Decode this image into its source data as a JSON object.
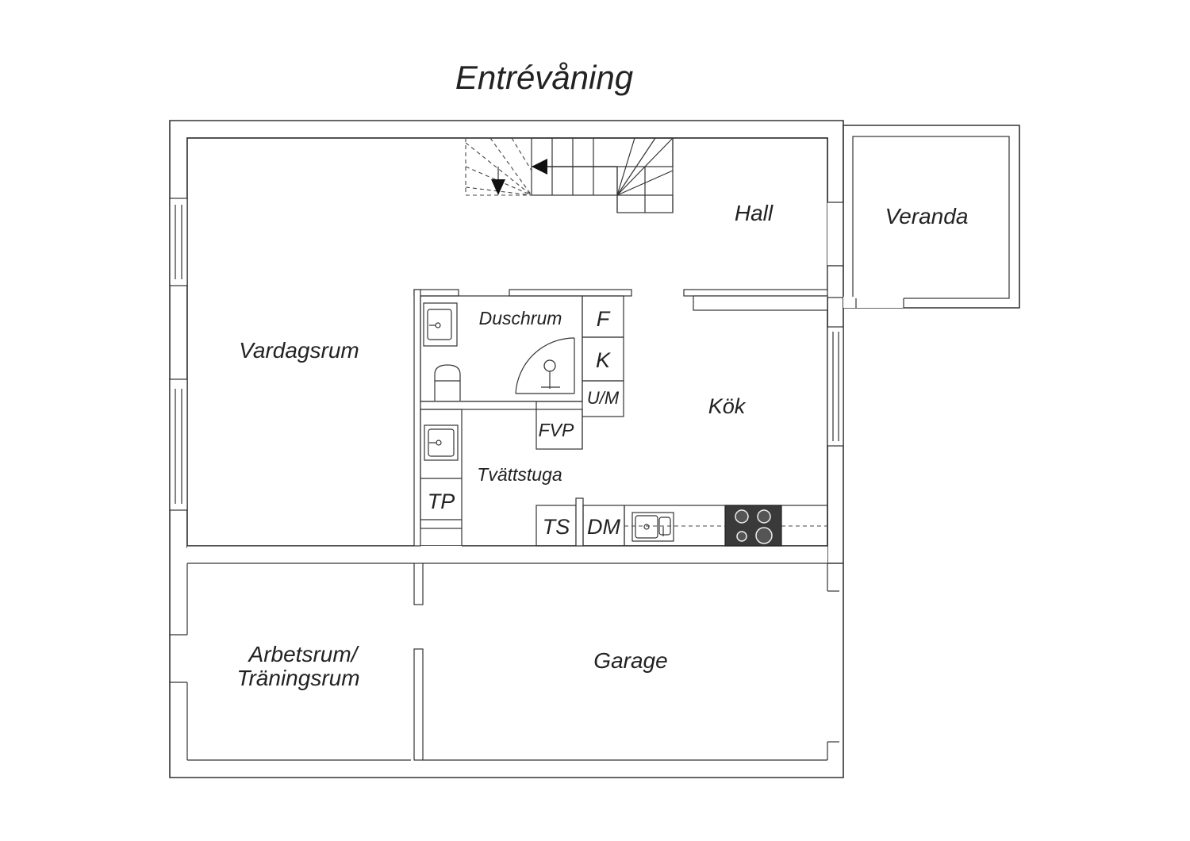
{
  "title": "Entrévåning",
  "rooms": {
    "hall": "Hall",
    "veranda": "Veranda",
    "vardagsrum": "Vardagsrum",
    "duschrum": "Duschrum",
    "kok": "Kök",
    "tvattstuga": "Tvättstuga",
    "arbetsrum_line1": "Arbetsrum/",
    "arbetsrum_line2": "Träningsrum",
    "garage": "Garage"
  },
  "fixtures": {
    "freezer": "F",
    "fridge": "K",
    "oven_micro": "U/M",
    "heat_pump": "FVP",
    "dryer": "TP",
    "tumbler": "TS",
    "dishwasher": "DM"
  },
  "colors": {
    "wall_stroke": "#333333",
    "stove": "#3a3a3a"
  },
  "icons": {
    "stair_arrow_left": "arrow-left-icon",
    "stair_arrow_down": "arrow-down-icon",
    "shower": "shower-icon",
    "toilet": "toilet-icon",
    "sink": "sink-icon",
    "stove": "stove-icon"
  }
}
